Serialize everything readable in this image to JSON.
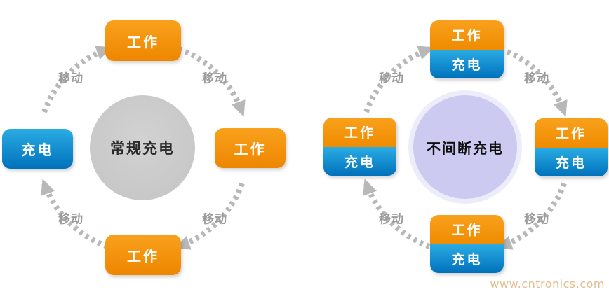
{
  "watermark": "www.cntronics.com",
  "left_diagram": {
    "center_label": "常规充电",
    "nodes": {
      "top": "工作",
      "right": "工作",
      "bottom": "工作",
      "left": "充电"
    },
    "arrow_labels": {
      "top_left": "移动",
      "top_right": "移动",
      "bottom_right": "移动",
      "bottom_left": "移动"
    }
  },
  "right_diagram": {
    "center_label": "不间断充电",
    "nodes": {
      "top": {
        "work": "工作",
        "charge": "充电"
      },
      "right": {
        "work": "工作",
        "charge": "充电"
      },
      "bottom": {
        "work": "工作",
        "charge": "充电"
      },
      "left": {
        "work": "工作",
        "charge": "充电"
      }
    },
    "arrow_labels": {
      "top_left": "移动",
      "top_right": "移动",
      "bottom_right": "移动",
      "bottom_left": "移动"
    }
  },
  "colors": {
    "work_orange": "#f7941d",
    "charge_blue_light": "#29abe2",
    "charge_blue_dark": "#0071bc",
    "regular_center_gray": "#c9c9c9",
    "uninterrupted_center_purple": "#cccaf1",
    "arrow_gray": "#b8b8b8",
    "move_label_gray": "#9b9b9b",
    "watermark_tan": "#e2bf90"
  }
}
